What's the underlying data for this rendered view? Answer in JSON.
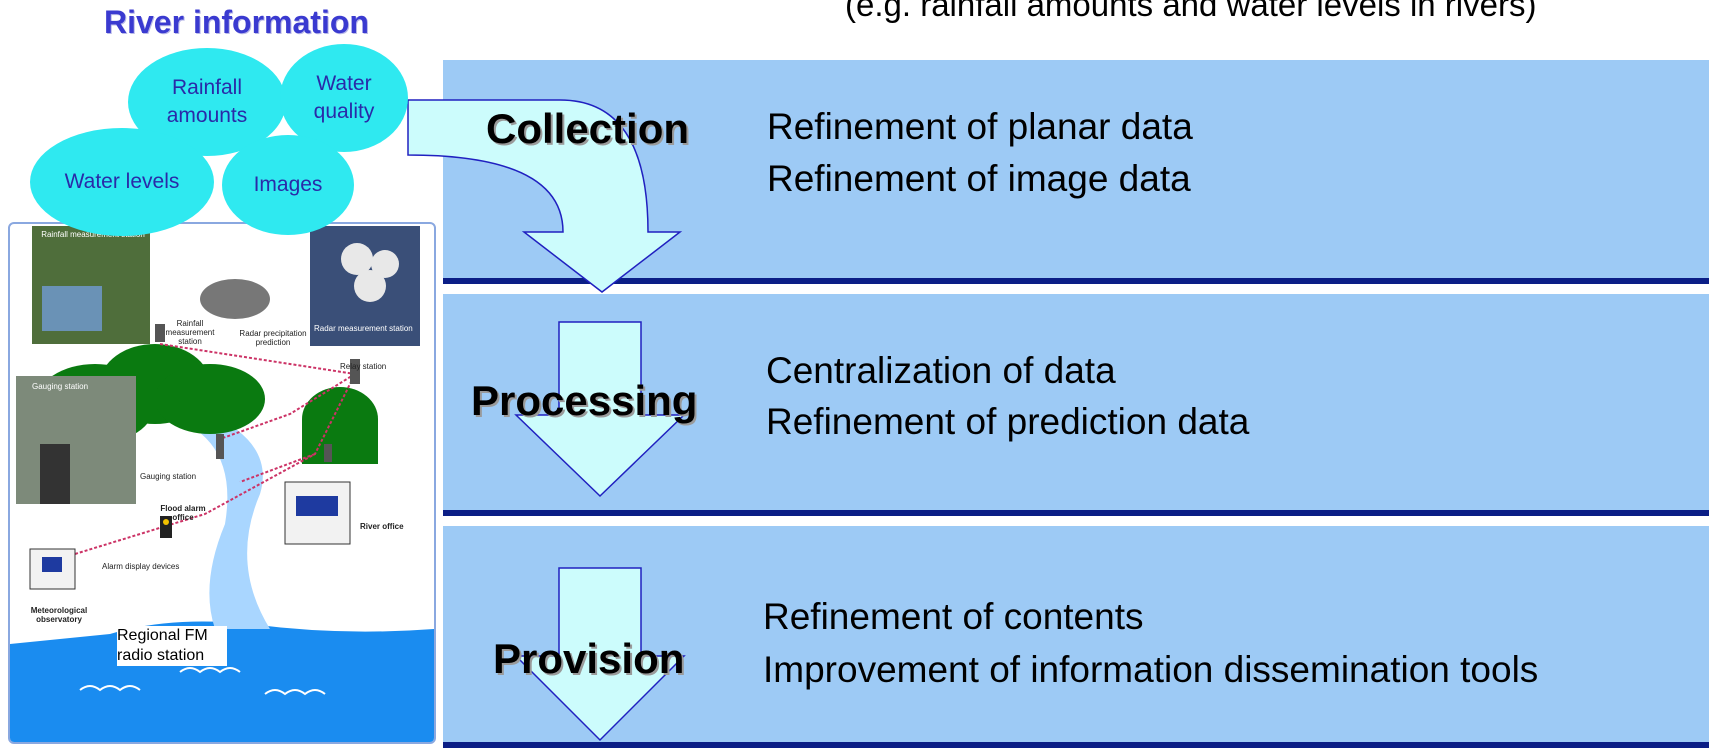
{
  "top_caption": "(e.g. rainfall amounts and water levels in rivers)",
  "river_information": {
    "title": "River information",
    "bubbles": {
      "rainfall": "Rainfall amounts",
      "water_quality": "Water quality",
      "water_levels": "Water levels",
      "images": "Images"
    }
  },
  "illustration": {
    "rainfall_measurement_station": "Rainfall measurement station",
    "radar_measurement_station": "Radar measurement station",
    "rainfall_measurement_station_2": "Rainfall measurement station",
    "radar_precipitation_prediction": "Radar precipitation prediction",
    "relay_station": "Relay station",
    "gauging_station_photo": "Gauging station",
    "gauging_station": "Gauging station",
    "flood_alarm_office": "Flood alarm office",
    "river_office": "River office",
    "alarm_display_devices": "Alarm display devices",
    "meteorological_observatory": "Meteorological observatory",
    "regional_fm_radio_station": "Regional FM radio station"
  },
  "stages": [
    {
      "name": "Collection",
      "items": [
        "Refinement of planar data",
        "Refinement of image data"
      ]
    },
    {
      "name": "Processing",
      "items": [
        "Centralization of data",
        "Refinement of prediction data"
      ]
    },
    {
      "name": "Provision",
      "items": [
        "Refinement of contents",
        "Improvement of information dissemination tools"
      ]
    }
  ],
  "colors": {
    "panel": "#9dcaf5",
    "panel_rule": "#0b1e86",
    "bubble": "#2fe9f0",
    "arrow_fill": "#ccfcfc",
    "arrow_stroke": "#2020c0",
    "title": "#3a3ad0"
  }
}
